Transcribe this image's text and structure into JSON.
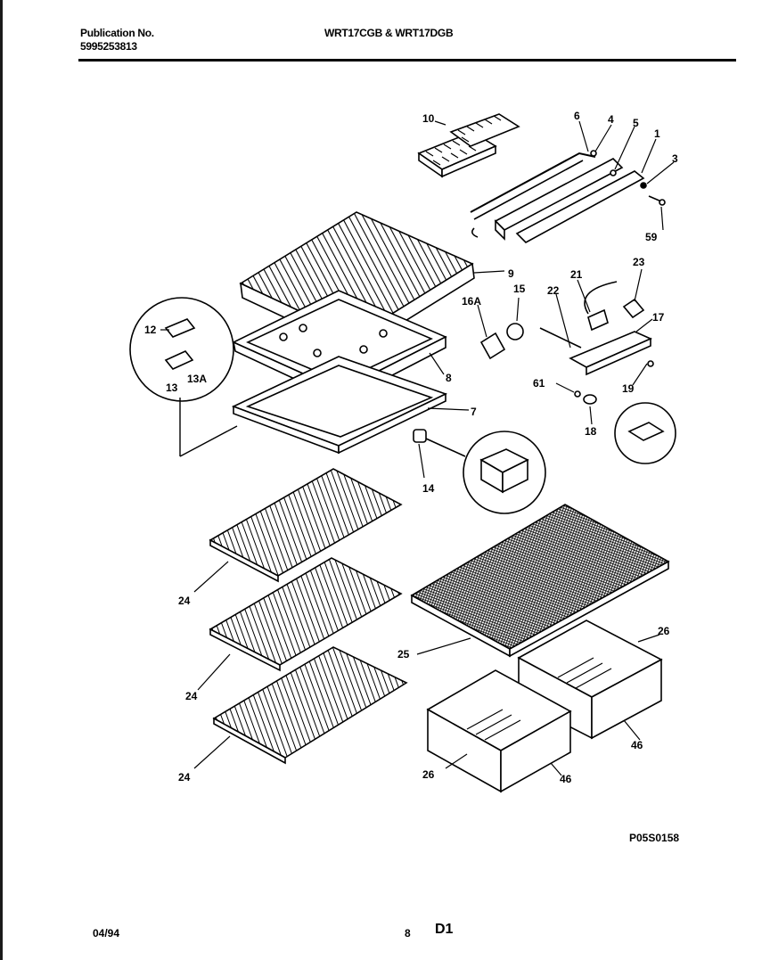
{
  "header": {
    "publication_label": "Publication No.",
    "publication_number": "5995253813",
    "models": "WRT17CGB & WRT17DGB"
  },
  "diagram": {
    "ref_code": "P05S0158",
    "parts": {
      "p1": "1",
      "p3": "3",
      "p4": "4",
      "p5": "5",
      "p6": "6",
      "p59": "59",
      "p10": "10",
      "p9": "9",
      "p8": "8",
      "p7": "7",
      "p12": "12",
      "p13": "13",
      "p13a": "13A",
      "p14": "14",
      "p15": "15",
      "p16a": "16A",
      "p17": "17",
      "p18": "18",
      "p19": "19",
      "p21": "21",
      "p22": "22",
      "p23": "23",
      "p61": "61",
      "p24a": "24",
      "p24b": "24",
      "p24c": "24",
      "p25": "25",
      "p26a": "26",
      "p26b": "26",
      "p46a": "46",
      "p46b": "46"
    }
  },
  "footer": {
    "date": "04/94",
    "page": "8",
    "section": "D1"
  }
}
